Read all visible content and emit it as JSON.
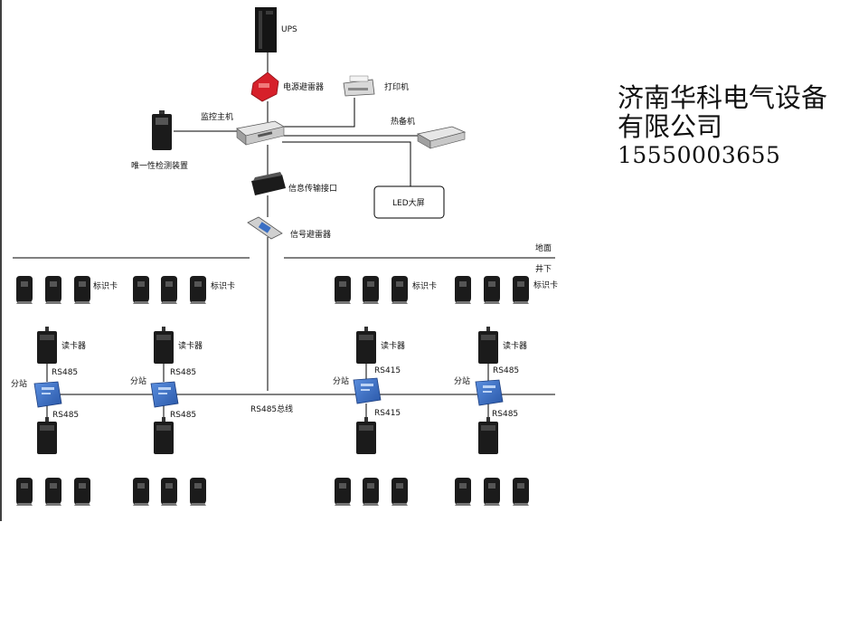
{
  "company": {
    "name_line1": "济南华科电气设备",
    "name_line2": "有限公司",
    "phone": "15550003655"
  },
  "diagram": {
    "ups": "UPS",
    "power_arrester": "电源避雷器",
    "printer": "打印机",
    "monitor_host": "监控主机",
    "backup_host": "热备机",
    "unique_detector": "唯一性检测装置",
    "led_screen": "LED大屏",
    "transmission_interface": "信息传输接口",
    "signal_arrester": "信号避雷器",
    "ground": "地面",
    "underground": "井下",
    "tag_card": "标识卡",
    "card_reader": "读卡器",
    "substation": "分站",
    "rs485": "RS485",
    "rs415": "RS415",
    "bus": "RS485总线"
  },
  "colors": {
    "line": "#000000",
    "substation_blue": "#3a6fc4",
    "arrester_red": "#d6202a",
    "device_dark": "#1b1b1b"
  }
}
